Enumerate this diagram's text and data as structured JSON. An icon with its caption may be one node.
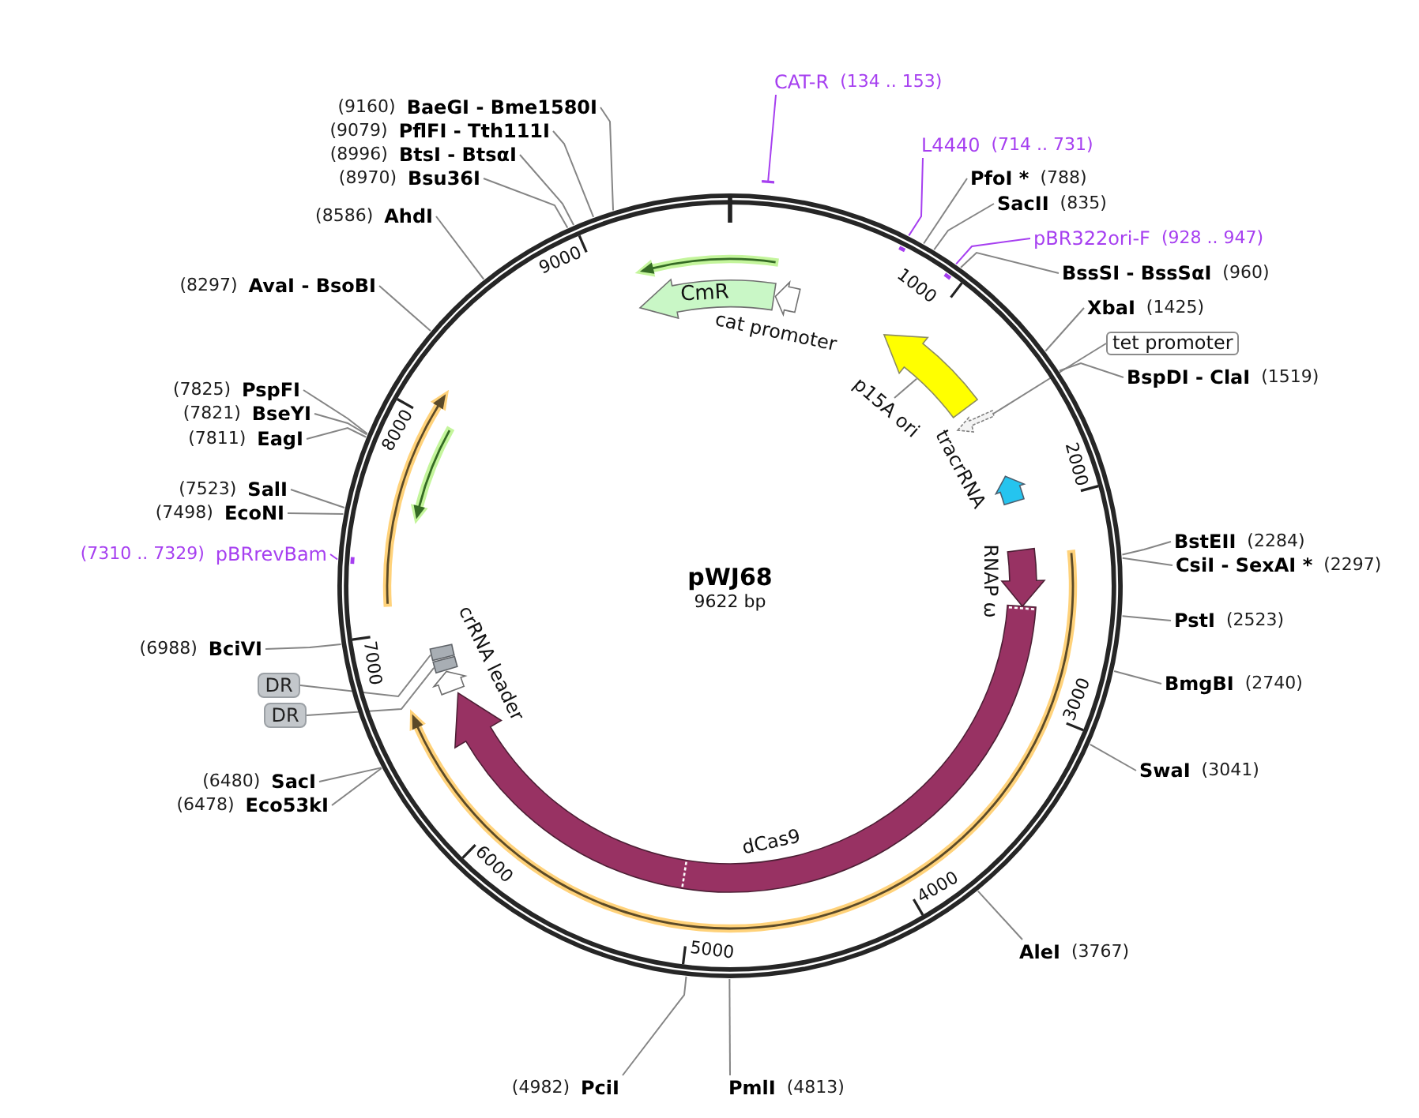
{
  "diagram": {
    "title": "pWJ68",
    "nodes": [
      {
        "text": [
          "CAT-R",
          "(134 .. 153)"
        ]
      },
      {
        "text": [
          "(9160)",
          "BaeGI - Bme1580I"
        ]
      },
      {
        "text": [
          "(9079)",
          "PflFI - Tth111I"
        ]
      },
      {
        "text": [
          "L4440",
          "(714 .. 731)"
        ]
      },
      {
        "text": [
          "(8996)",
          "BtsI - BtsαI"
        ]
      },
      {
        "text": [
          "(8970)",
          "Bsu36I"
        ]
      },
      {
        "text": [
          "PfoI *",
          "(788)"
        ]
      },
      {
        "text": [
          "SacII",
          "(835)"
        ]
      },
      {
        "text": [
          "(8586)",
          "AhdI"
        ]
      },
      {
        "text": [
          "pBR322ori-F",
          "(928 .. 947)"
        ]
      },
      {
        "text": [
          "BssSI - BssSαI",
          "(960)"
        ]
      },
      {
        "text": [
          "(8297)",
          "AvaI - BsoBI"
        ]
      },
      {
        "text": [
          "XbaI",
          "(1425)"
        ]
      },
      {
        "text": [
          "tet promoter"
        ]
      },
      {
        "text": [
          "BspDI - ClaI",
          "(1519)"
        ]
      },
      {
        "text": [
          "(7825)",
          "PspFI"
        ]
      },
      {
        "text": [
          "(7821)",
          "BseYI"
        ]
      },
      {
        "text": [
          "(7811)",
          "EagI"
        ]
      },
      {
        "text": [
          "(7523)",
          "SalI"
        ]
      },
      {
        "text": [
          "(7498)",
          "EcoNI"
        ]
      },
      {
        "text": [
          "BstEII",
          "(2284)"
        ]
      },
      {
        "text": [
          "(7310 .. 7329)",
          "pBRrevBam"
        ]
      },
      {
        "text": [
          "CsiI - SexAI *",
          "(2297)"
        ]
      },
      {
        "text": [
          "PstI",
          "(2523)"
        ]
      },
      {
        "text": [
          "(6988)",
          "BciVI"
        ]
      },
      {
        "text": [
          "BmgBI",
          "(2740)"
        ]
      },
      {
        "text": [
          "DR"
        ]
      },
      {
        "text": [
          "DR"
        ]
      },
      {
        "text": [
          "SwaI",
          "(3041)"
        ]
      },
      {
        "text": [
          "(6480)",
          "SacI"
        ]
      },
      {
        "text": [
          "(6478)",
          "Eco53kI"
        ]
      },
      {
        "text": [
          "AleI",
          "(3767)"
        ]
      },
      {
        "text": [
          "(4982)",
          "PciI"
        ]
      },
      {
        "text": [
          "PmlI",
          "(4813)"
        ]
      },
      {
        "text": [
          "CmR"
        ]
      },
      {
        "text": [],
        "shape": "arrow",
        "beside": [
          "cat promoter"
        ]
      },
      {
        "text": [],
        "shape": "arrow"
      },
      {
        "text": [
          "p15A ori"
        ]
      },
      {
        "text": [],
        "shape": "arrow"
      },
      {
        "text": [],
        "shape": "arrow",
        "beside": [
          "tracrRNA"
        ]
      },
      {
        "text": [],
        "shape": "arrow",
        "beside": [
          "RNAP ω"
        ]
      },
      {
        "text": [],
        "shape": "bar"
      },
      {
        "text": [],
        "shape": "bar"
      },
      {
        "text": [],
        "shape": "arrow",
        "beside": [
          "crRNA leader"
        ]
      },
      {
        "text": [],
        "shape": "arrow",
        "beside": [
          "dCas9"
        ]
      }
    ],
    "edges": [
      {
        "from": 0,
        "to": null,
        "arrow": "other",
        "color": "#a63ff0"
      },
      {
        "from": 1,
        "to": null,
        "arrow": "none"
      },
      {
        "from": 2,
        "to": null,
        "arrow": "none"
      },
      {
        "from": 3,
        "to": null,
        "arrow": "none",
        "color": "#a63ff0"
      },
      {
        "from": 4,
        "to": null,
        "arrow": "none"
      },
      {
        "from": 5,
        "to": null,
        "arrow": "none"
      },
      {
        "from": 6,
        "to": null,
        "arrow": "none"
      },
      {
        "from": 7,
        "to": null,
        "arrow": "none"
      },
      {
        "from": 8,
        "to": null,
        "arrow": "none"
      },
      {
        "from": 9,
        "to": null,
        "arrow": "none",
        "color": "#a63ff0"
      },
      {
        "from": 10,
        "to": null,
        "arrow": "none"
      },
      {
        "from": 11,
        "to": null,
        "arrow": "none"
      },
      {
        "from": 12,
        "to": null,
        "arrow": "none"
      },
      {
        "from": 13,
        "to": 38,
        "arrow": "none"
      },
      {
        "from": 14,
        "to": null,
        "arrow": "none"
      },
      {
        "from": 15,
        "to": null,
        "arrow": "none"
      },
      {
        "from": 16,
        "to": null,
        "arrow": "none"
      },
      {
        "from": 17,
        "to": null,
        "arrow": "none"
      },
      {
        "from": 18,
        "to": null,
        "arrow": "none"
      },
      {
        "from": 19,
        "to": null,
        "arrow": "none"
      },
      {
        "from": 20,
        "to": null,
        "arrow": "none"
      },
      {
        "from": 21,
        "to": null,
        "arrow": "none",
        "color": "#a63ff0"
      },
      {
        "from": 22,
        "to": null,
        "arrow": "none"
      },
      {
        "from": 23,
        "to": null,
        "arrow": "none"
      },
      {
        "from": 24,
        "to": null,
        "arrow": "none"
      },
      {
        "from": 25,
        "to": null,
        "arrow": "none"
      },
      {
        "from": 26,
        "to": 41,
        "arrow": "none"
      },
      {
        "from": 27,
        "to": 42,
        "arrow": "none"
      },
      {
        "from": 28,
        "to": null,
        "arrow": "none"
      },
      {
        "from": 29,
        "to": null,
        "arrow": "none"
      },
      {
        "from": 30,
        "to": null,
        "arrow": "none"
      },
      {
        "from": 31,
        "to": null,
        "arrow": "none"
      },
      {
        "from": 32,
        "to": null,
        "arrow": "none"
      },
      {
        "from": 33,
        "to": null,
        "arrow": "none"
      },
      {
        "from": 37,
        "to": 36,
        "arrow": "none"
      }
    ],
    "labels": [
      "9000",
      "1000",
      "8000",
      "2000",
      "9622 bp",
      "7000",
      "3000",
      "6000",
      "4000",
      "5000"
    ]
  }
}
